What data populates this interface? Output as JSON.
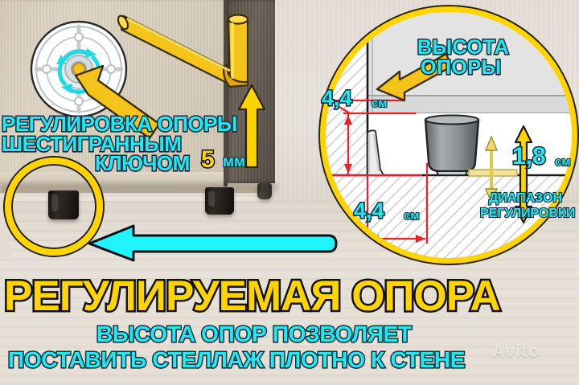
{
  "image": {
    "title": "Регулируемая опора — инфографика",
    "language": "ru"
  },
  "colors": {
    "cyan": "#22E8F5",
    "cyan_outline": "#17313d",
    "yellow": "#FFD400",
    "black_outline": "#121212",
    "dimension_red": "#E8202A",
    "leg_dark": "#1a1714"
  },
  "left_panel": {
    "callout_line1": "РЕГУЛИРОВКА ОПОРЫ",
    "callout_line2": "ШЕСТИГРАННЫМ",
    "callout_line3": "КЛЮЧОМ",
    "key_size_value": "5",
    "key_size_unit": "мм",
    "icons": {
      "hex_key": "allen-key-icon",
      "foot_rosette": "adjustable-foot-icon",
      "up_arrow": "up-arrow-icon",
      "pointer_arrow": "pointer-arrow-icon",
      "cyan_arrow": "cyan-left-arrow-icon",
      "leg_zoom_ring": "magnifier-ring-icon"
    }
  },
  "right_circle": {
    "heading_line1": "ВЫСОТА",
    "heading_line2": "ОПОРЫ",
    "height_value": "4,4",
    "height_unit": "см",
    "width_value": "4,4",
    "width_unit": "см",
    "range_value": "1,8",
    "range_unit": "см",
    "range_label_line1": "ДИАПАЗОН",
    "range_label_line2": "РЕГУЛИРОВКИ",
    "icons": {
      "pointer_arrow": "pointer-arrow-icon",
      "range_arrow_up_down": "double-arrow-icon",
      "dimension_arrows": "dimension-arrow-icon"
    }
  },
  "banner": {
    "title": "РЕГУЛИРУЕМАЯ ОПОРА",
    "subtitle_line1": "ВЫСОТА ОПОР ПОЗВОЛЯЕТ",
    "subtitle_line2": "ПОСТАВИТЬ СТЕЛЛАЖ ПЛОТНО К СТЕНЕ"
  },
  "watermark": {
    "text": "Avito"
  },
  "measurements": [
    {
      "name": "support-height",
      "value": "4,4",
      "unit": "см"
    },
    {
      "name": "support-width",
      "value": "4,4",
      "unit": "см"
    },
    {
      "name": "adjustment-range",
      "value": "1,8",
      "unit": "см"
    },
    {
      "name": "hex-key-size",
      "value": "5",
      "unit": "мм"
    }
  ]
}
